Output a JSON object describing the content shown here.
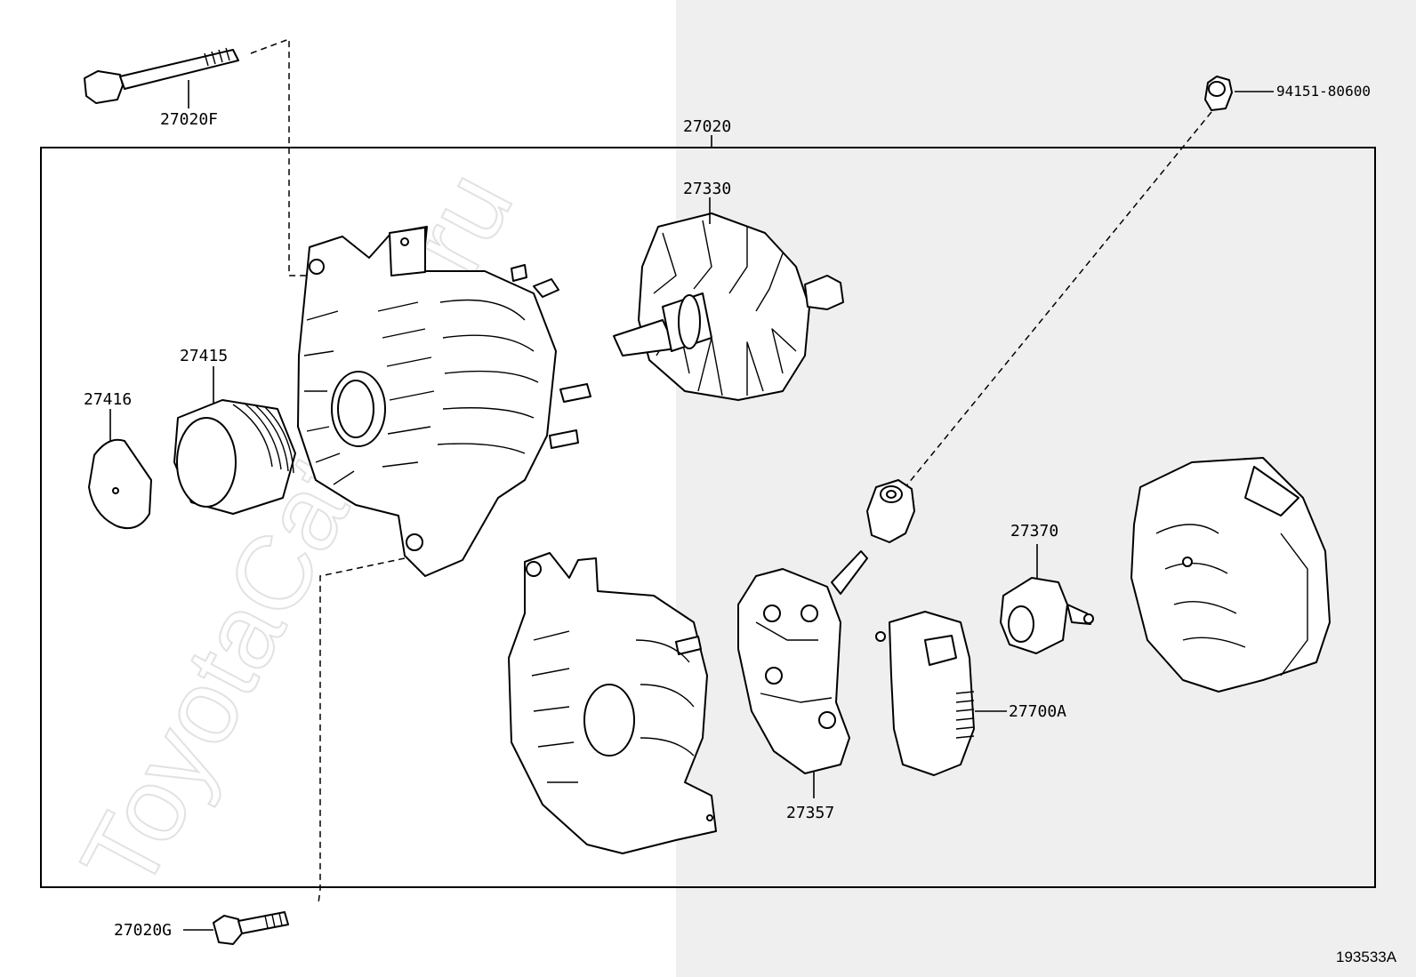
{
  "watermark": "ToyotaCatalog.ru",
  "figure_number": "193533A",
  "assembly_label": "27020",
  "parts": {
    "bolt_upper": "27020F",
    "bolt_lower": "27020G",
    "nut": "94151-80600",
    "pulley_cap": "27416",
    "pulley": "27415",
    "rotor": "27330",
    "rectifier": "27357",
    "brush_holder": "27370",
    "regulator": "27700A"
  }
}
